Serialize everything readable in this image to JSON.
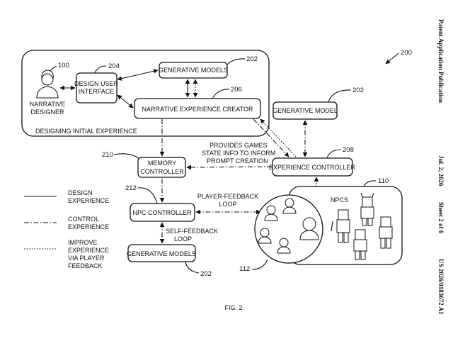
{
  "header": {
    "publication": "Patent Application Publication",
    "date": "Jul. 2, 2026",
    "sheet": "Sheet 2 of 6",
    "number": "US 2026/0183672 A1"
  },
  "figure_ref": "200",
  "figure_caption": "FIG. 2",
  "nodes": {
    "narrative_designer": {
      "ref": "100",
      "lines": [
        "NARRATIVE",
        "DESIGNER"
      ]
    },
    "design_ui": {
      "ref": "204",
      "lines": [
        "DESIGN USER",
        "INTERFACE"
      ]
    },
    "generative_models_top": {
      "ref": "202",
      "lines": [
        "GENERATIVE MODELS"
      ]
    },
    "narrative_creator": {
      "ref": "206",
      "lines": [
        "NARRATIVE EXPERIENCE CREATOR"
      ]
    },
    "generative_model_right": {
      "ref": "202",
      "lines": [
        "GENERATIVE MODEL"
      ]
    },
    "experience_controller": {
      "ref": "208",
      "lines": [
        "EXPERIENCE CONTROLLER"
      ]
    },
    "memory_controller": {
      "ref": "210",
      "lines": [
        "MEMORY",
        "CONTROLLER"
      ]
    },
    "npc_controller": {
      "ref": "212",
      "lines": [
        "NPC CONTROLLER"
      ]
    },
    "generative_models_bottom": {
      "ref": "202",
      "lines": [
        "GENERATIVE MODELS"
      ]
    },
    "npcs": {
      "ref": "110",
      "lines": [
        "NPCS"
      ]
    },
    "players": {
      "ref": "112"
    }
  },
  "group_label": "DESIGNING INITIAL EXPERIENCE",
  "annotations": {
    "games_state": [
      "PROVIDES GAMES",
      "STATE INFO TO INFORM",
      "PROMPT CREATION"
    ],
    "player_feedback": [
      "PLAYER-FEEDBACK",
      "LOOP"
    ],
    "self_feedback": [
      "SELF-FEEDBACK",
      "LOOP"
    ]
  },
  "legend": [
    {
      "style": "solid",
      "lines": [
        "DESIGN",
        "EXPERIENCE"
      ]
    },
    {
      "style": "dashdot",
      "lines": [
        "CONTROL",
        "EXPERIENCE"
      ]
    },
    {
      "style": "dotted",
      "lines": [
        "IMPROVE",
        "EXPERIENCE",
        "VIA PLAYER",
        "FEEDBACK"
      ]
    }
  ]
}
